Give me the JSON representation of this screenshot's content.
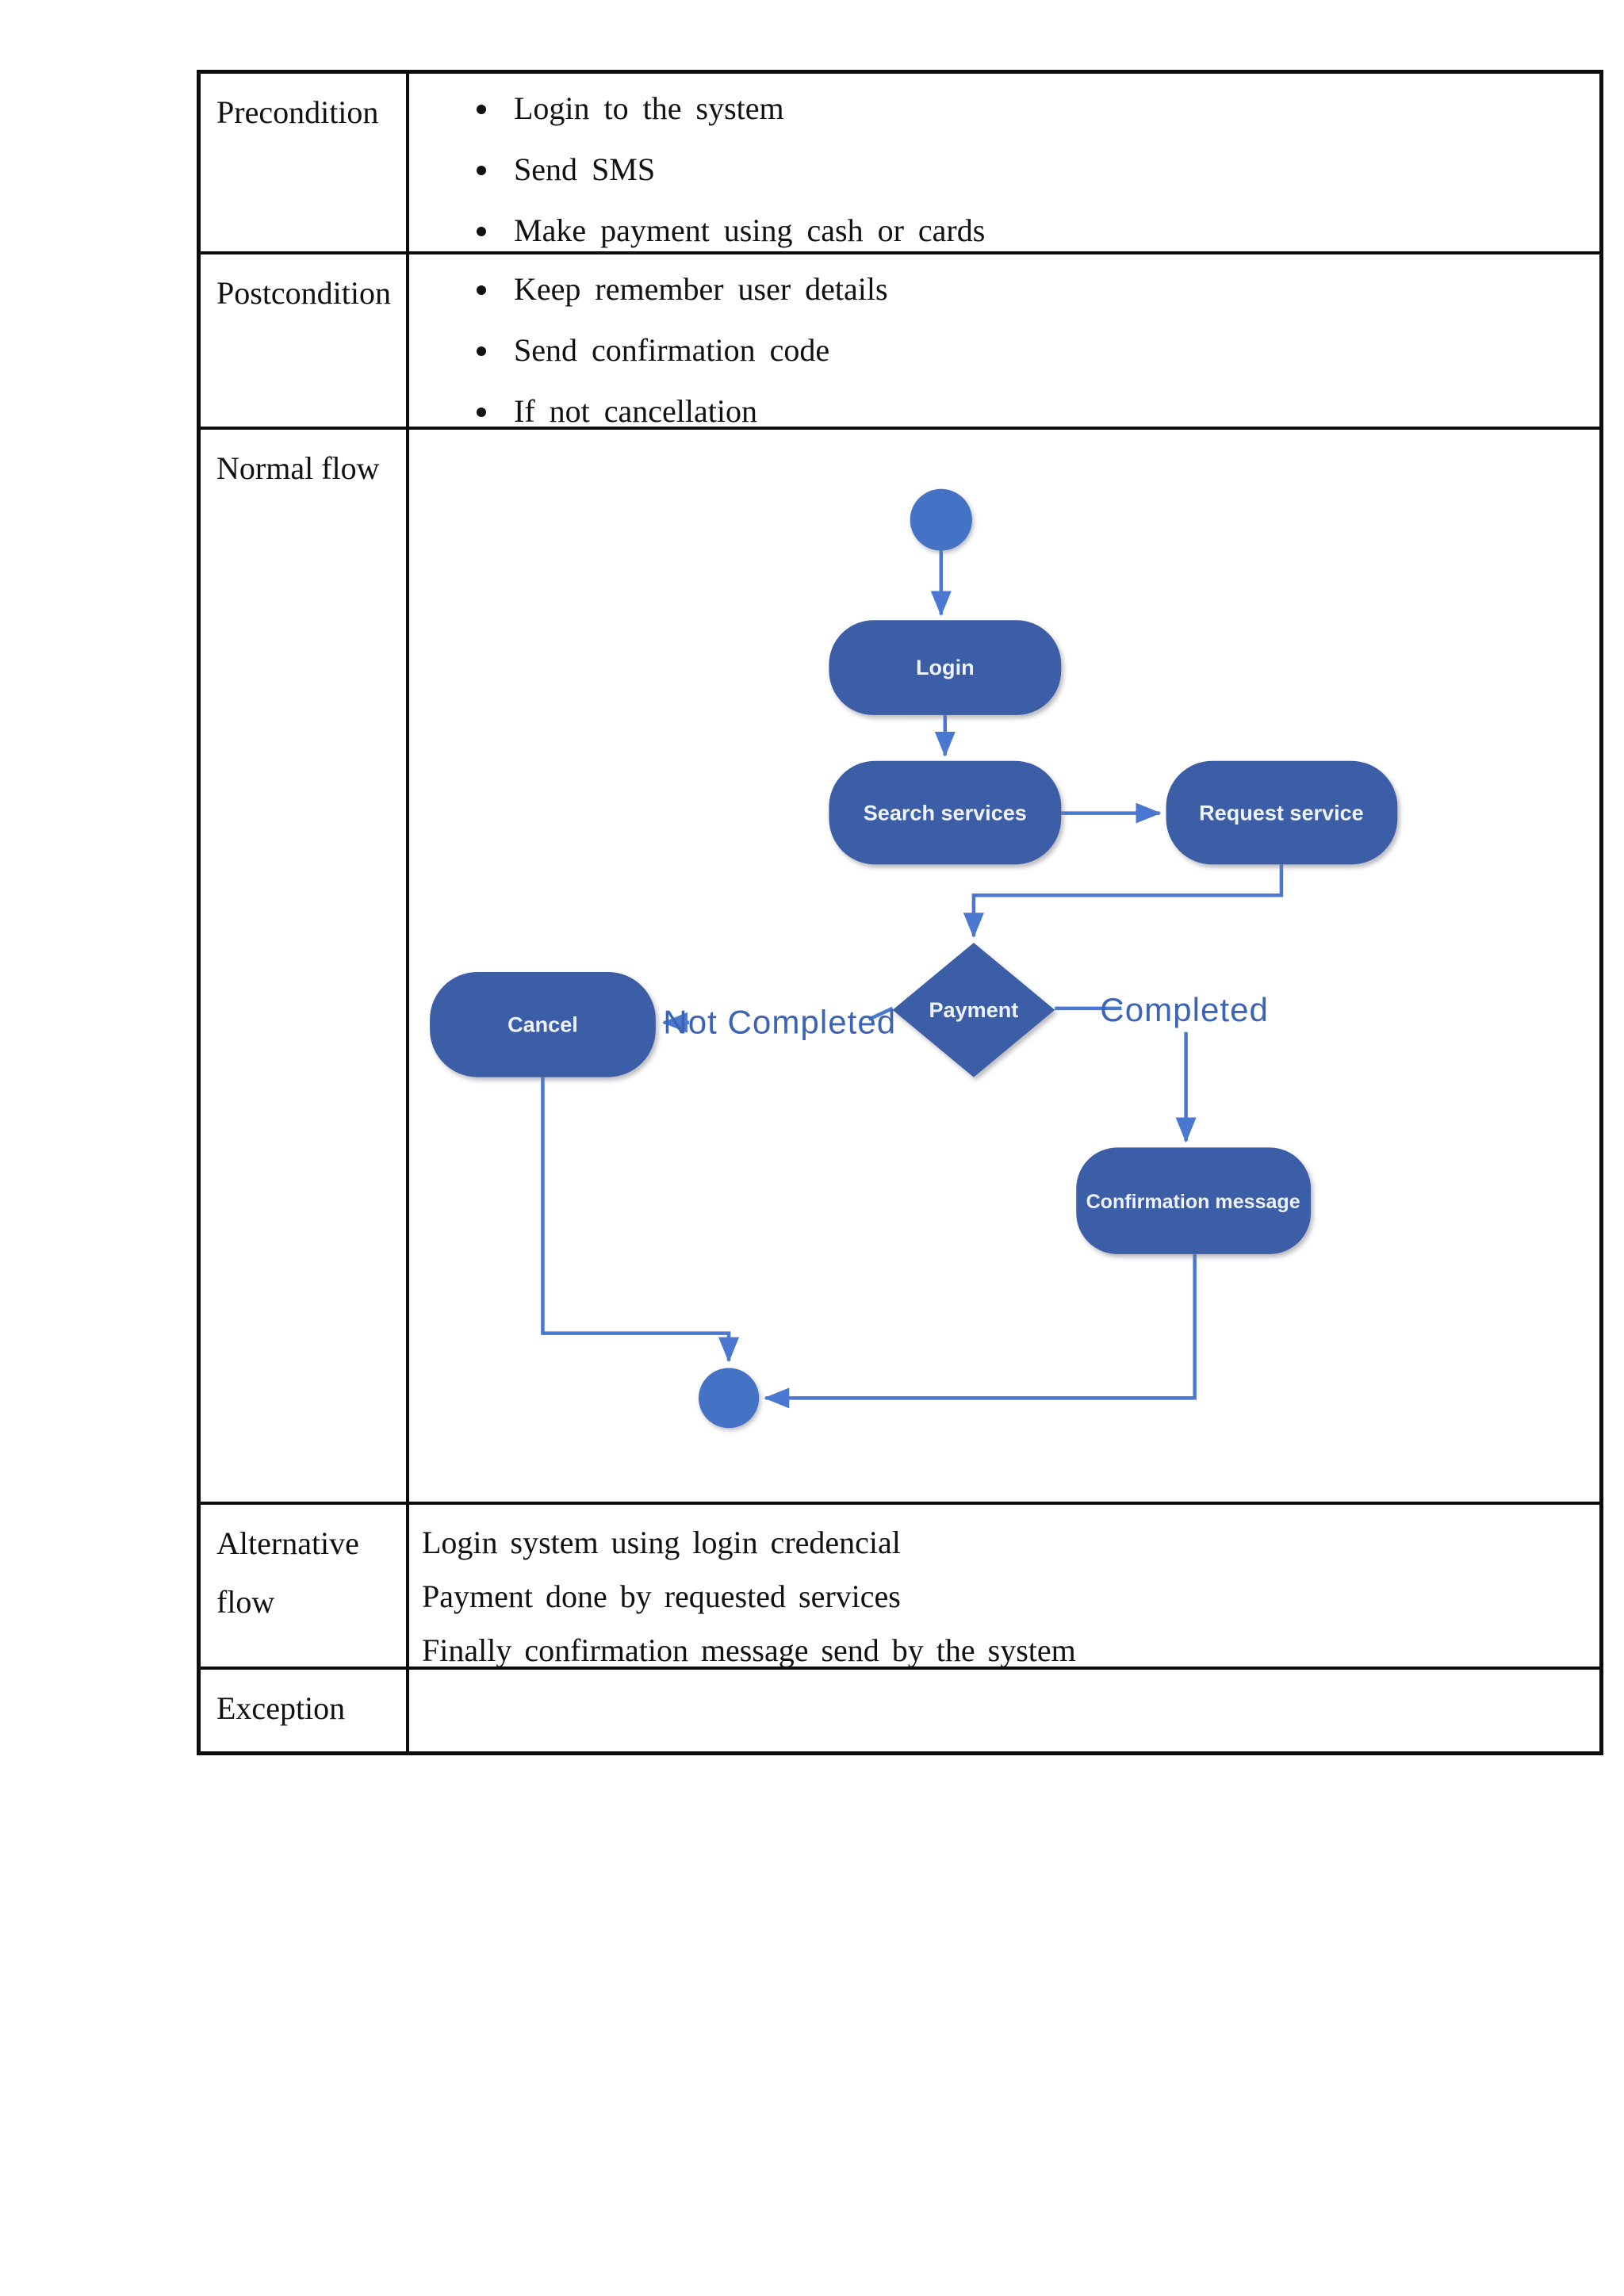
{
  "table": {
    "rows": [
      {
        "label": "Precondition",
        "bullets": [
          "Login to the system",
          "Send SMS",
          "Make payment using cash or cards"
        ]
      },
      {
        "label": "Postcondition",
        "bullets": [
          "Keep remember user details",
          "Send confirmation code",
          "If not cancellation"
        ]
      },
      {
        "label": "Normal flow"
      },
      {
        "label": "Alternative flow",
        "lines": [
          "Login system using login credencial",
          "Payment done by requested services",
          "Finally confirmation message send by the system"
        ]
      },
      {
        "label": "Exception",
        "lines": []
      }
    ]
  },
  "diagram": {
    "type": "uml-activity-diagram",
    "nodes": {
      "start": "",
      "login": "Login",
      "search": "Search services",
      "request": "Request service",
      "payment": "Payment",
      "cancel": "Cancel",
      "confirmation": "Confirmation message",
      "end": ""
    },
    "edge_labels": {
      "not_completed": "Not Completed",
      "completed": "Completed"
    },
    "colors": {
      "node_fill": "#3c5ea6",
      "terminal_fill": "#4472c4",
      "edge": "#4a78d0",
      "edge_label": "#3c64b4"
    }
  }
}
